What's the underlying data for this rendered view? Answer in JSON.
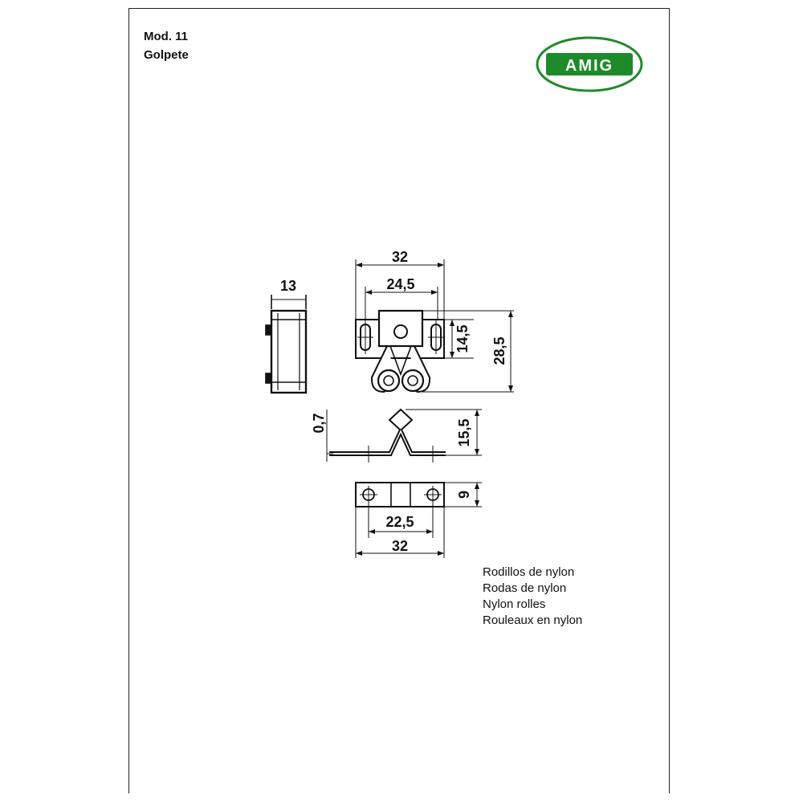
{
  "header": {
    "model": "Mod. 11",
    "name": "Golpete"
  },
  "logo": {
    "text": "AMIG",
    "color": "#1e8a2a"
  },
  "dimensions": {
    "side_width": "13",
    "front_total_width": "32",
    "front_hole_spacing": "24,5",
    "front_plate_height": "14,5",
    "front_total_height": "28,5",
    "strike_thickness": "0,7",
    "strike_height": "15,5",
    "base_height": "9",
    "base_hole_spacing": "22,5",
    "base_total_width": "32"
  },
  "description": [
    "Rodillos de nylon",
    "Rodas de nylon",
    "Nylon rolles",
    "Rouleaux en nylon"
  ]
}
